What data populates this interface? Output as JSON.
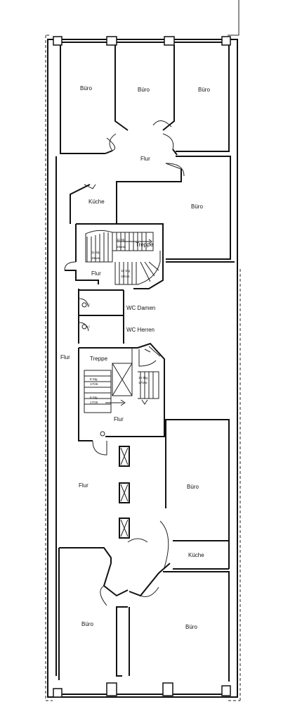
{
  "labels": {
    "buero_1": "Büro",
    "buero_2": "Büro",
    "buero_3": "Büro",
    "flur_top": "Flur",
    "buero_4": "Büro",
    "kueche_top": "Küche",
    "treppe_top": "Treppe",
    "flur_stair": "Flur",
    "wc_damen": "WC Damen",
    "wc_herren": "WC Herren",
    "flur_left": "Flur",
    "treppe_mid": "Treppe",
    "flur_mid": "Flur",
    "flur_lower": "Flur",
    "buero_5": "Büro",
    "kueche_low": "Küche",
    "buero_6": "Büro",
    "buero_7": "Büro"
  },
  "stair_notes": {
    "top_a1": "11 Stg",
    "top_a2": "18/var.",
    "top_b1": "11 Stg",
    "top_b2": "18/var.",
    "top_c1": "16 Stg",
    "top_c2": "18/var.",
    "mid_a1": "8 Stg",
    "mid_a2": "17/26",
    "mid_b1": "8 Stg",
    "mid_b2": "17/26",
    "mid_c1": "19 Stg",
    "mid_c2": "17/var."
  }
}
